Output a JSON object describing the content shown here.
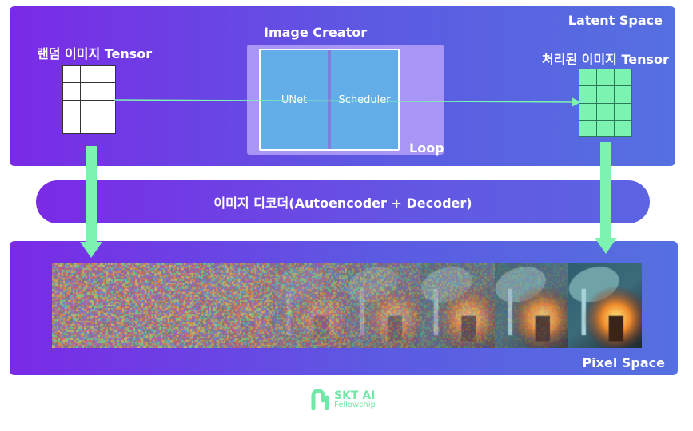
{
  "latent_space": {
    "label": "Latent Space"
  },
  "pixel_space": {
    "label": "Pixel Space"
  },
  "random_tensor": {
    "title": "랜덤 이미지 Tensor"
  },
  "processed_tensor": {
    "title": "처리된 이미지 Tensor"
  },
  "image_creator": {
    "title": "Image Creator",
    "modules": [
      "UNet",
      "Scheduler"
    ],
    "loop_label": "Loop"
  },
  "decoder": {
    "label": "이미지 디코더(Autoencoder + Decoder)"
  },
  "denoising_steps": {
    "count": 8
  },
  "colors": {
    "panel_start": "#7a2ae6",
    "panel_end": "#5570e0",
    "accent_green": "#7df3b2",
    "module_blue": "#63aee9",
    "creator_box": "#a796f5"
  },
  "logo": {
    "name": "SKT AI",
    "sub": "Fellowship"
  }
}
